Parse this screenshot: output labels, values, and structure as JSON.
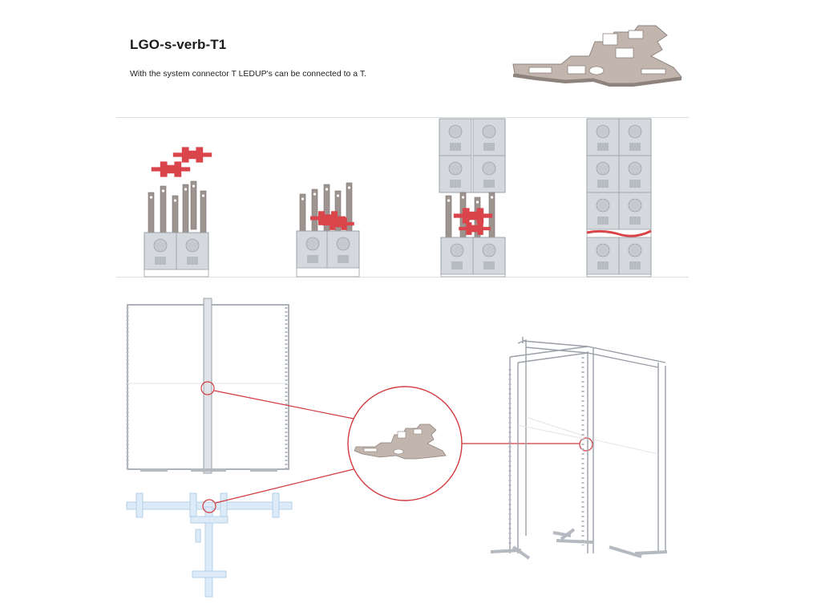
{
  "heading": {
    "title": "LGO-s-verb-T1",
    "description": "With the system connector T LEDUP's can be connected to a T."
  },
  "colors": {
    "connector_metal": "#b9aeaa",
    "connector_red": "#d9454a",
    "callout_red": "#d23a3f",
    "profile_grey": "#d8dbe0",
    "frame_outline": "#9aa0a8",
    "top_view_blue": "#dcebf7"
  },
  "figures": {
    "hero": "connector-part",
    "assembly_steps": [
      "step-1",
      "step-2",
      "step-3",
      "step-4"
    ],
    "diagram": [
      "front-view-frame",
      "top-view-t-layout",
      "zoom-callout",
      "perspective-frame"
    ]
  }
}
